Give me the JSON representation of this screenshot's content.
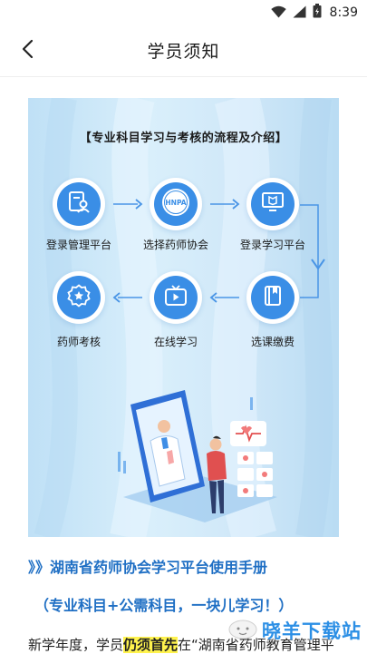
{
  "status_bar": {
    "time": "8:39",
    "icons": [
      "wifi-icon",
      "signal-icon",
      "battery-icon"
    ]
  },
  "app_bar": {
    "title": "学员须知",
    "back_icon": "chevron-left-icon"
  },
  "banner": {
    "title": "【专业科目学习与考核的流程及介绍】",
    "steps": [
      {
        "label": "登录管理平台",
        "icon": "user-document-icon"
      },
      {
        "label": "选择药师协会",
        "icon": "association-logo-icon",
        "logo_text": "HNPA"
      },
      {
        "label": "登录学习平台",
        "icon": "monitor-book-icon"
      },
      {
        "label": "选课缴费",
        "icon": "book-icon"
      },
      {
        "label": "在线学习",
        "icon": "video-play-icon"
      },
      {
        "label": "药师考核",
        "icon": "award-medal-icon"
      }
    ],
    "colors": {
      "accent": "#3a8ee6",
      "background": "#cfe7f8"
    }
  },
  "content": {
    "heading": "》》湖南省药师协会学习平台使用手册",
    "subheading": "（专业科目+公需科目，一块儿学习！）",
    "body_prefix": "新学年度，学员",
    "body_highlight": "仍须首先",
    "body_suffix": "在“湖南省药师教育管理平"
  },
  "watermark": {
    "text": "晓羊下载站"
  }
}
